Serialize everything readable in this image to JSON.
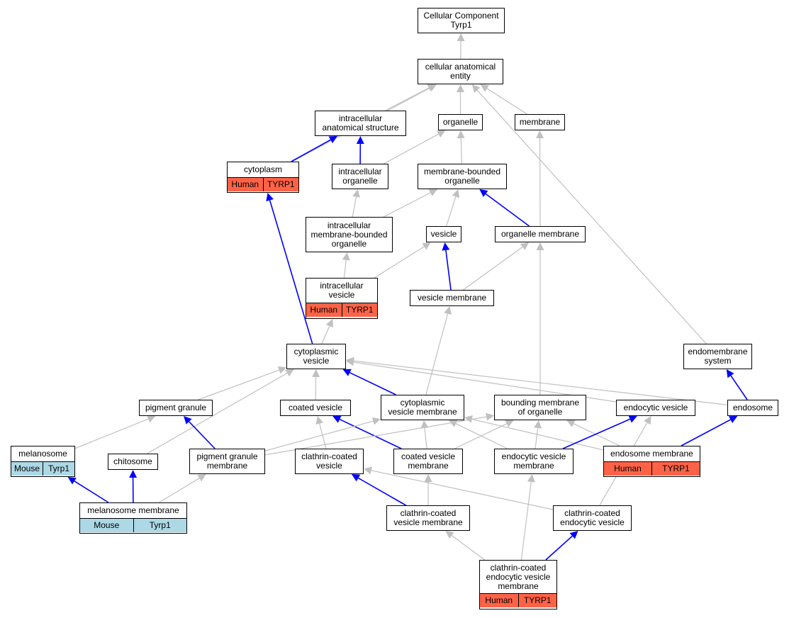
{
  "colors": {
    "isa_edge": "#c0c0c0",
    "partof_edge": "#0000ff",
    "human": "#ff6347",
    "mouse": "#add8e6"
  },
  "nodes": {
    "root": {
      "label": "Cellular Component\nTyrp1"
    },
    "cae": {
      "label": "cellular anatomical\nentity"
    },
    "ias": {
      "label": "intracellular\nanatomical structure"
    },
    "org": {
      "label": "organelle"
    },
    "mem": {
      "label": "membrane"
    },
    "cyto": {
      "label": "cytoplasm",
      "ann": [
        "Human",
        "TYRP1"
      ]
    },
    "io": {
      "label": "intracellular\norganelle"
    },
    "mbo": {
      "label": "membrane-bounded\norganelle"
    },
    "imbo": {
      "label": "intracellular\nmembrane-bounded\norganelle"
    },
    "ves": {
      "label": "vesicle"
    },
    "om": {
      "label": "organelle membrane"
    },
    "iv": {
      "label": "intracellular\nvesicle",
      "ann": [
        "Human",
        "TYRP1"
      ]
    },
    "vm": {
      "label": "vesicle membrane"
    },
    "cv": {
      "label": "cytoplasmic\nvesicle"
    },
    "ems": {
      "label": "endomembrane\nsystem"
    },
    "pg": {
      "label": "pigment granule"
    },
    "coat": {
      "label": "coated vesicle"
    },
    "cvm": {
      "label": "cytoplasmic\nvesicle membrane"
    },
    "bmo": {
      "label": "bounding membrane\nof organelle"
    },
    "ecv": {
      "label": "endocytic vesicle"
    },
    "endo": {
      "label": "endosome"
    },
    "mel": {
      "label": "melanosome",
      "ann": [
        "Mouse",
        "Tyrp1"
      ]
    },
    "chit": {
      "label": "chitosome"
    },
    "pgm": {
      "label": "pigment granule\nmembrane"
    },
    "ccv": {
      "label": "clathrin-coated\nvesicle"
    },
    "covm": {
      "label": "coated vesicle\nmembrane"
    },
    "ecvm": {
      "label": "endocytic vesicle\nmembrane"
    },
    "endm": {
      "label": "endosome membrane",
      "ann": [
        "Human",
        "TYRP1"
      ]
    },
    "melm": {
      "label": "melanosome membrane",
      "ann": [
        "Mouse",
        "Tyrp1"
      ]
    },
    "ccvm": {
      "label": "clathrin-coated\nvesicle membrane"
    },
    "ccev": {
      "label": "clathrin-coated\nendocytic vesicle"
    },
    "ccevm": {
      "label": "clathrin-coated\nendocytic vesicle\nmembrane",
      "ann": [
        "Human",
        "TYRP1"
      ]
    }
  },
  "edges": [
    {
      "from": "cae",
      "to": "root",
      "type": "is_a"
    },
    {
      "from": "ias",
      "to": "cae",
      "type": "is_a"
    },
    {
      "from": "org",
      "to": "cae",
      "type": "is_a"
    },
    {
      "from": "mem",
      "to": "cae",
      "type": "is_a"
    },
    {
      "from": "cyto",
      "to": "cae",
      "type": "is_a"
    },
    {
      "from": "ems",
      "to": "cae",
      "type": "is_a"
    },
    {
      "from": "cyto",
      "to": "ias",
      "type": "part_of"
    },
    {
      "from": "io",
      "to": "ias",
      "type": "part_of"
    },
    {
      "from": "io",
      "to": "org",
      "type": "is_a"
    },
    {
      "from": "mbo",
      "to": "org",
      "type": "is_a"
    },
    {
      "from": "om",
      "to": "mem",
      "type": "is_a"
    },
    {
      "from": "imbo",
      "to": "io",
      "type": "is_a"
    },
    {
      "from": "imbo",
      "to": "mbo",
      "type": "is_a"
    },
    {
      "from": "ves",
      "to": "mbo",
      "type": "is_a"
    },
    {
      "from": "om",
      "to": "mbo",
      "type": "part_of"
    },
    {
      "from": "iv",
      "to": "imbo",
      "type": "is_a"
    },
    {
      "from": "iv",
      "to": "ves",
      "type": "is_a"
    },
    {
      "from": "vm",
      "to": "ves",
      "type": "part_of"
    },
    {
      "from": "vm",
      "to": "om",
      "type": "is_a"
    },
    {
      "from": "bmo",
      "to": "om",
      "type": "is_a"
    },
    {
      "from": "cv",
      "to": "iv",
      "type": "is_a"
    },
    {
      "from": "cvm",
      "to": "vm",
      "type": "is_a"
    },
    {
      "from": "cv",
      "to": "cyto",
      "type": "part_of"
    },
    {
      "from": "pg",
      "to": "cv",
      "type": "is_a"
    },
    {
      "from": "coat",
      "to": "cv",
      "type": "is_a"
    },
    {
      "from": "chit",
      "to": "cv",
      "type": "is_a"
    },
    {
      "from": "cvm",
      "to": "cv",
      "type": "part_of"
    },
    {
      "from": "ecv",
      "to": "cv",
      "type": "is_a"
    },
    {
      "from": "endo",
      "to": "cv",
      "type": "is_a"
    },
    {
      "from": "endo",
      "to": "ems",
      "type": "part_of"
    },
    {
      "from": "mel",
      "to": "pg",
      "type": "is_a"
    },
    {
      "from": "pgm",
      "to": "pg",
      "type": "part_of"
    },
    {
      "from": "ccv",
      "to": "coat",
      "type": "is_a"
    },
    {
      "from": "covm",
      "to": "coat",
      "type": "part_of"
    },
    {
      "from": "pgm",
      "to": "cvm",
      "type": "is_a"
    },
    {
      "from": "covm",
      "to": "cvm",
      "type": "is_a"
    },
    {
      "from": "ecvm",
      "to": "cvm",
      "type": "is_a"
    },
    {
      "from": "endm",
      "to": "cvm",
      "type": "is_a"
    },
    {
      "from": "pgm",
      "to": "bmo",
      "type": "is_a"
    },
    {
      "from": "covm",
      "to": "bmo",
      "type": "is_a"
    },
    {
      "from": "ecvm",
      "to": "bmo",
      "type": "is_a"
    },
    {
      "from": "endm",
      "to": "bmo",
      "type": "is_a"
    },
    {
      "from": "ecvm",
      "to": "ecv",
      "type": "part_of"
    },
    {
      "from": "ccev",
      "to": "ecv",
      "type": "is_a"
    },
    {
      "from": "endm",
      "to": "endo",
      "type": "part_of"
    },
    {
      "from": "melm",
      "to": "mel",
      "type": "part_of"
    },
    {
      "from": "melm",
      "to": "chit",
      "type": "part_of"
    },
    {
      "from": "melm",
      "to": "pgm",
      "type": "is_a"
    },
    {
      "from": "ccvm",
      "to": "ccv",
      "type": "part_of"
    },
    {
      "from": "ccev",
      "to": "ccv",
      "type": "is_a"
    },
    {
      "from": "ccvm",
      "to": "covm",
      "type": "is_a"
    },
    {
      "from": "ccevm",
      "to": "ccvm",
      "type": "is_a"
    },
    {
      "from": "ccevm",
      "to": "ecvm",
      "type": "is_a"
    },
    {
      "from": "ccevm",
      "to": "ccev",
      "type": "part_of"
    }
  ]
}
